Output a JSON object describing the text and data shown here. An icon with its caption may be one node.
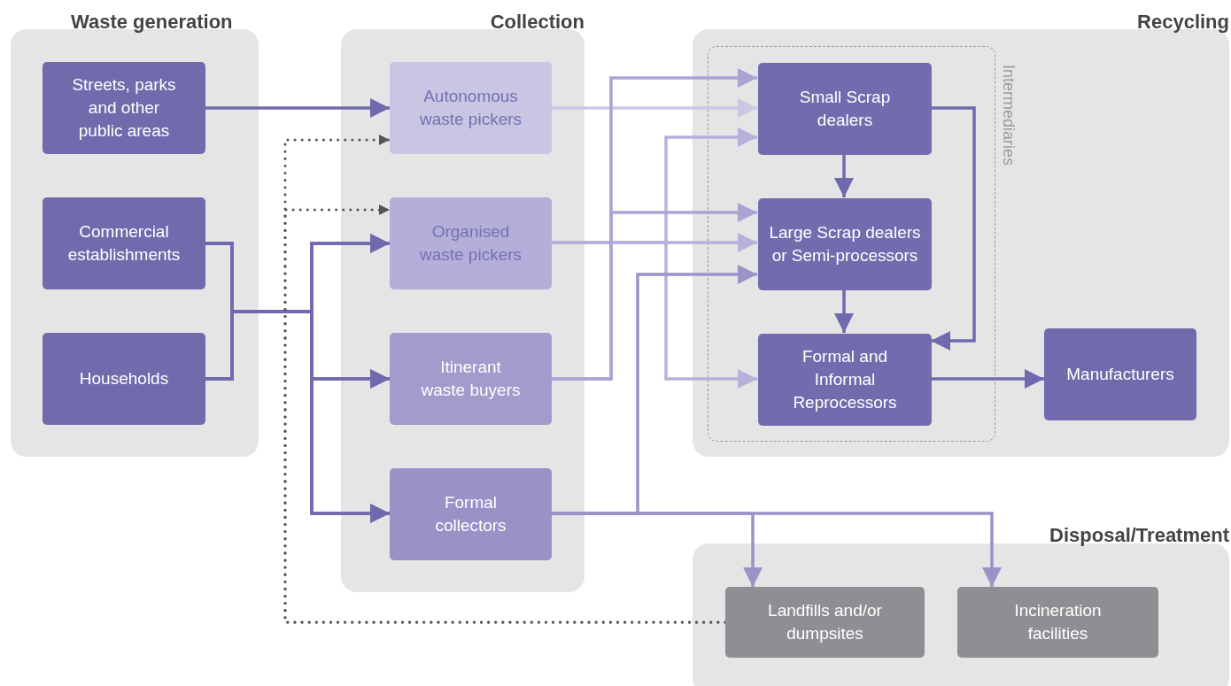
{
  "diagram": {
    "nodes": [
      {
        "text": [
          "Waste generation"
        ]
      },
      {
        "text": [
          "Streets, parks and other public areas"
        ],
        "in": 0
      },
      {
        "text": [
          "Commercial establishments"
        ],
        "in": 0
      },
      {
        "text": [
          "Households"
        ],
        "in": 0
      },
      {
        "text": [
          "Collection"
        ]
      },
      {
        "text": [
          "Autonomous waste pickers"
        ],
        "in": 4
      },
      {
        "text": [
          "Organised waste pickers"
        ],
        "in": 4
      },
      {
        "text": [
          "Itinerant waste buyers"
        ],
        "in": 4
      },
      {
        "text": [
          "Formal collectors"
        ],
        "in": 4
      },
      {
        "text": [
          "Recycling"
        ]
      },
      {
        "text": [
          "Intermediaries"
        ],
        "in": 9
      },
      {
        "text": [
          "Small Scrap dealers"
        ],
        "in": 10
      },
      {
        "text": [
          "Large Scrap dealers or Semi-processors"
        ],
        "in": 10
      },
      {
        "text": [
          "Formal and Informal Reprocessors"
        ],
        "in": 10
      },
      {
        "text": [
          "Manufacturers"
        ],
        "in": 9
      },
      {
        "text": [
          "Disposal/Treatment"
        ]
      },
      {
        "text": [
          "Landfills and/or dumpsites"
        ],
        "in": 15
      },
      {
        "text": [
          "Incineration facilities"
        ],
        "in": 15
      }
    ],
    "edges": [
      {
        "from": 1,
        "to": 5,
        "arrow": "to"
      },
      {
        "from": 2,
        "to": 6,
        "arrow": "to"
      },
      {
        "from": 2,
        "to": 7,
        "arrow": "to"
      },
      {
        "from": 2,
        "to": 8,
        "arrow": "to"
      },
      {
        "from": 3,
        "to": 6,
        "arrow": "to"
      },
      {
        "from": 3,
        "to": 7,
        "arrow": "to"
      },
      {
        "from": 3,
        "to": 8,
        "arrow": "to"
      },
      {
        "from": 16,
        "to": 5,
        "arrow": "to",
        "style": "dashed",
        "color": "#555555"
      },
      {
        "from": 16,
        "to": 6,
        "arrow": "to",
        "style": "dashed",
        "color": "#555555"
      },
      {
        "from": 5,
        "to": 11,
        "arrow": "to",
        "color": "#cbc8e5"
      },
      {
        "from": 6,
        "to": 11,
        "arrow": "to",
        "color": "#b6b1da"
      },
      {
        "from": 6,
        "to": 12,
        "arrow": "to",
        "color": "#b6b1da"
      },
      {
        "from": 6,
        "to": 13,
        "arrow": "to",
        "color": "#b6b1da"
      },
      {
        "from": 7,
        "to": 11,
        "arrow": "to",
        "color": "#aaa4d4"
      },
      {
        "from": 7,
        "to": 12,
        "arrow": "to",
        "color": "#aaa4d4"
      },
      {
        "from": 8,
        "to": 12,
        "arrow": "to",
        "color": "#9a93c8"
      },
      {
        "from": 8,
        "to": 16,
        "arrow": "to",
        "color": "#9a93c8"
      },
      {
        "from": 8,
        "to": 17,
        "arrow": "to",
        "color": "#9a93c8"
      },
      {
        "from": 11,
        "to": 12,
        "arrow": "to"
      },
      {
        "from": 12,
        "to": 13,
        "arrow": "to"
      },
      {
        "from": 11,
        "to": 13,
        "arrow": "to"
      },
      {
        "from": 13,
        "to": 14,
        "arrow": "to"
      }
    ]
  }
}
